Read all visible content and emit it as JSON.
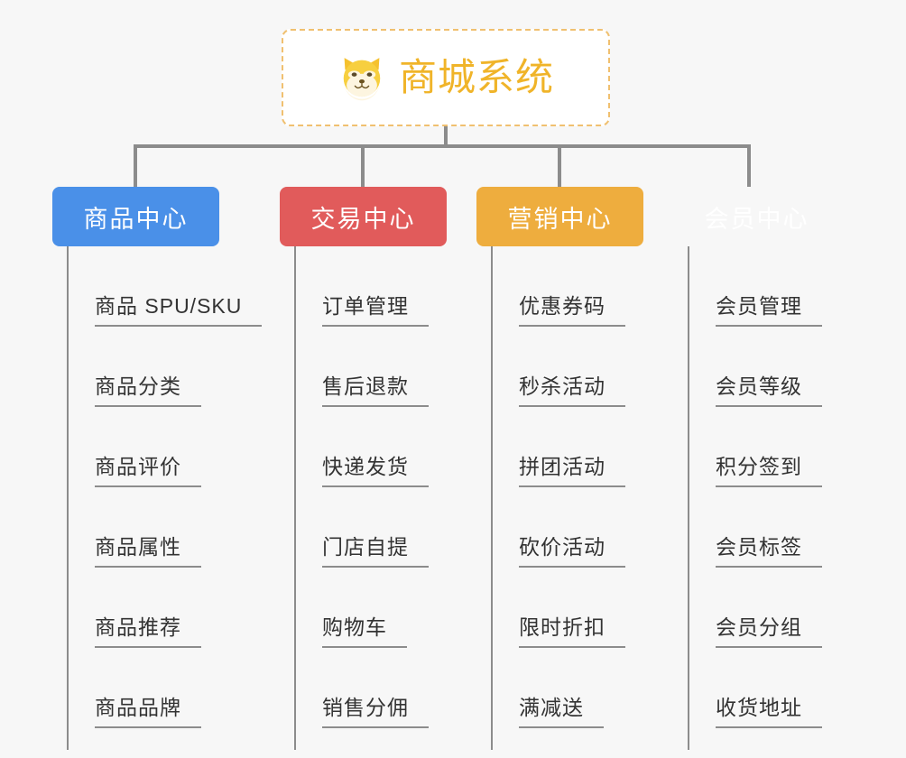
{
  "diagram": {
    "title": "商城系统",
    "root": {
      "label": "商城系统",
      "icon": "shiba-dog-face-icon",
      "text_color": "#f0b429",
      "border_color": "#f0c070",
      "background": "#ffffff"
    },
    "connector_color": "#8c8c8c",
    "page_background": "#f7f7f7",
    "branches": [
      {
        "label": "商品中心",
        "color": "#4a90e8",
        "items": [
          "商品 SPU/SKU",
          "商品分类",
          "商品评价",
          "商品属性",
          "商品推荐",
          "商品品牌"
        ]
      },
      {
        "label": "交易中心",
        "color": "#e15b5b",
        "items": [
          "订单管理",
          "售后退款",
          "快递发货",
          "门店自提",
          "购物车",
          "销售分佣"
        ]
      },
      {
        "label": "营销中心",
        "color": "#eead3e",
        "items": [
          "优惠券码",
          "秒杀活动",
          "拼团活动",
          "砍价活动",
          "限时折扣",
          "满减送"
        ]
      },
      {
        "label": "会员中心",
        "color": "#79c councils",
        "items": [
          "会员管理",
          "会员等级",
          "积分签到",
          "会员标签",
          "会员分组",
          "收货地址"
        ]
      }
    ]
  }
}
